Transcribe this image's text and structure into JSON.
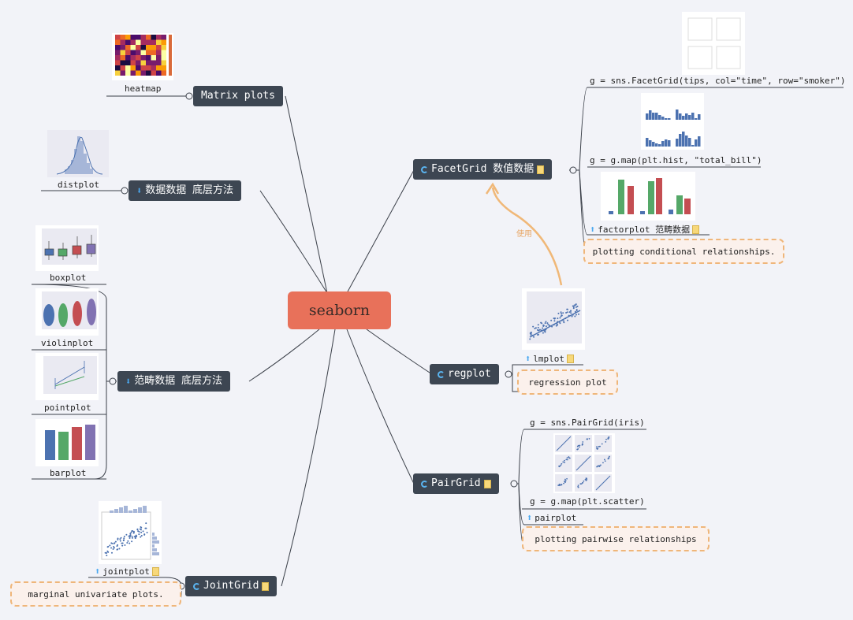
{
  "central": "seaborn",
  "topics": {
    "matrix": "Matrix plots",
    "distribution": "数据数据 底层方法",
    "categorical": "范畴数据 底层方法",
    "jointgrid": "JointGrid",
    "facetgrid": "FacetGrid 数值数据",
    "regplot": "regplot",
    "pairgrid": "PairGrid"
  },
  "labels": {
    "heatmap": "heatmap",
    "distplot": "distplot",
    "boxplot": "boxplot",
    "violinplot": "violinplot",
    "pointplot": "pointplot",
    "barplot": "barplot",
    "jointplot": "jointplot",
    "facet_code1": "g = sns.FacetGrid(tips, col=\"time\", row=\"smoker\")",
    "facet_code2": "g = g.map(plt.hist, \"total_bill\")",
    "factorplot": "factorplot 范畴数据",
    "lmplot": "lmplot",
    "pair_code1": "g = sns.PairGrid(iris)",
    "pair_code2": "g = g.map(plt.scatter)",
    "pairplot": "pairplot"
  },
  "notes": {
    "joint": "marginal univariate plots.",
    "facet": "plotting conditional relationships.",
    "reg": "regression plot",
    "pair": "plotting pairwise relationships"
  },
  "relationship": "使用",
  "colors": {
    "topic_bg": "#3d4652",
    "central_bg": "#e8715a",
    "note_border": "#efb67a",
    "relationship": "#f0b878",
    "icon": "#4aa8f0"
  }
}
